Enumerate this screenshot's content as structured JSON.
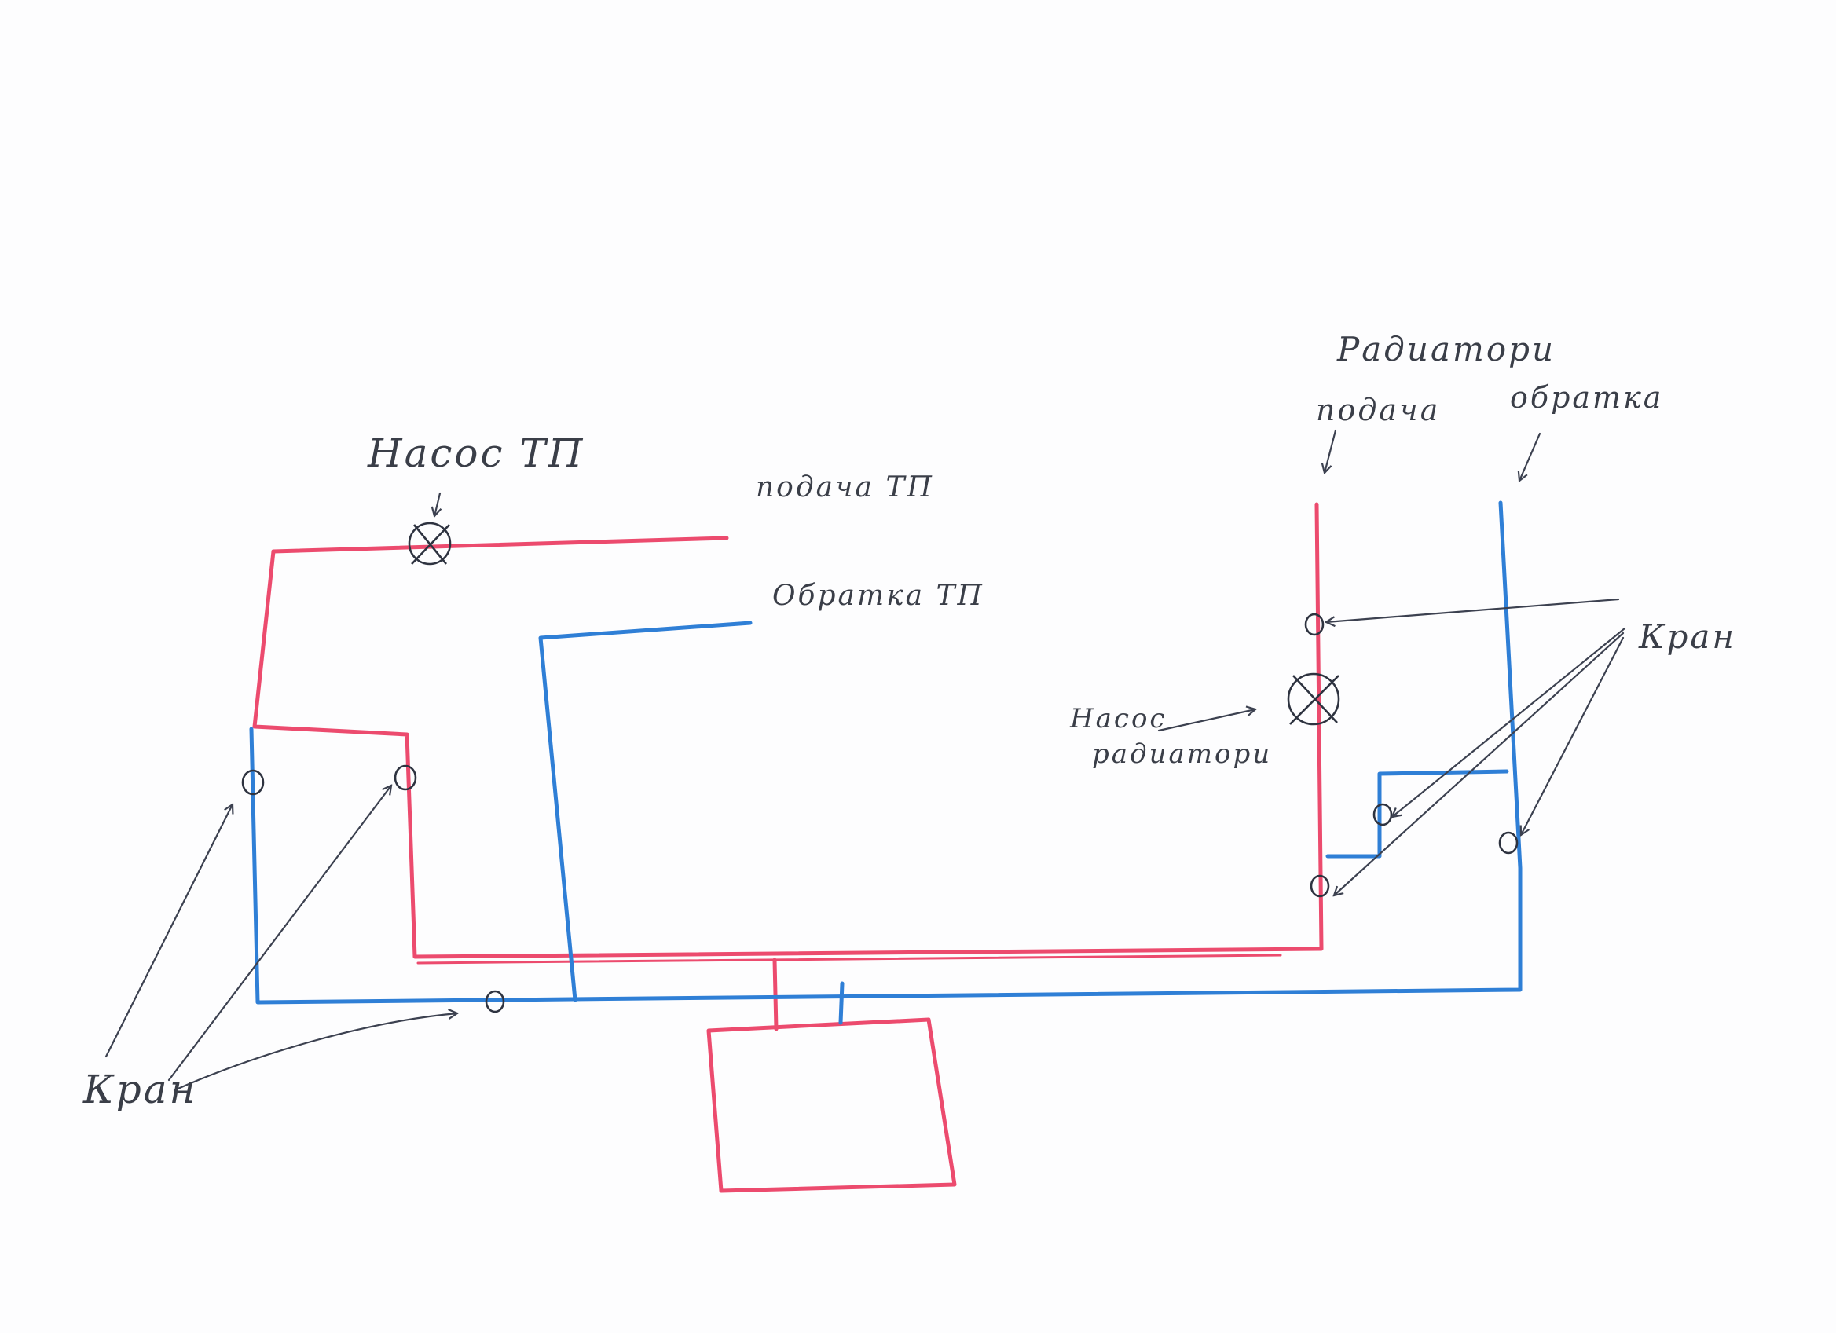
{
  "labels": {
    "nasos_tp": "Насос ТП",
    "podacha_tp": "подача ТП",
    "obratka_tp": "Обратка ТП",
    "radiatory": "Радиатори",
    "podacha_rad": "подача",
    "obratka_rad": "обратка",
    "kran_right": "Кран",
    "nasos_rad_line1": "Насос",
    "nasos_rad_line2": "радиатори",
    "kran_left": "Кран"
  },
  "colors": {
    "supply": "#ec4b6e",
    "return": "#2f7fd6",
    "pencil": "#3c4150"
  }
}
